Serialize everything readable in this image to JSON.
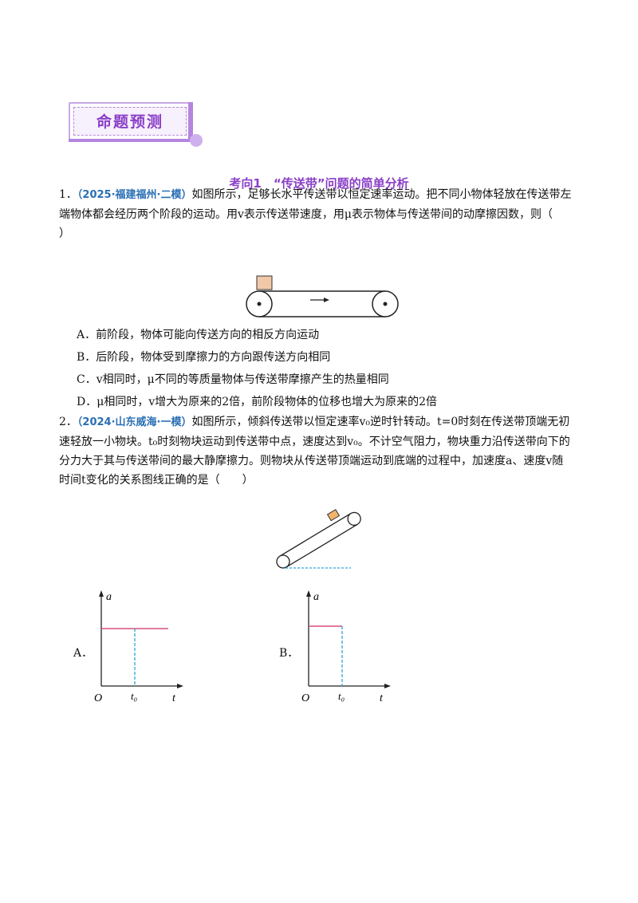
{
  "banner": {
    "title": "命题预测"
  },
  "section": {
    "title": "考向1　“传送带”问题的简单分析"
  },
  "q1": {
    "number": "1．",
    "source": "（2025·福建福州·二模）",
    "line1": "如图所示，足够长水平传送带以恒定速率运动。把不同小物体轻放在传送带左",
    "line2": "端物体都会经历两个阶段的运动。用v表示传送带速度，用μ表示物体与传送带间的动摩擦因数，则（",
    "line3": "）",
    "options": [
      "A．前阶段，物体可能向传送方向的相反方向运动",
      "B．后阶段，物体受到摩擦力的方向跟传送方向相同",
      "C．v相同时，μ不同的等质量物体与传送带摩擦产生的热量相同",
      "D．μ相同时，v增大为原来的2倍，前阶段物体的位移也增大为原来的2倍"
    ]
  },
  "q2": {
    "number": "2．",
    "source": "（2024·山东威海·一模）",
    "line1": "如图所示，倾斜传送带以恒定速率v₀逆时针转动。t=0时刻在传送带顶端无初",
    "line2": "速轻放一小物块。t₀时刻物块运动到传送带中点，速度达到v₀。不计空气阻力，物块重力沿传送带向下的",
    "line3": "分力大于其与传送带间的最大静摩擦力。则物块从传送带顶端运动到底端的过程中，加速度a、速度v随",
    "line4": "时间t变化的关系图线正确的是（　　）",
    "graphs": [
      {
        "option": "A．",
        "y_axis": "a",
        "x_axis": "t",
        "origin": "O",
        "tick": "t₀"
      },
      {
        "option": "B．",
        "y_axis": "a",
        "x_axis": "t",
        "origin": "O",
        "tick": "t₀"
      }
    ]
  },
  "colors": {
    "accent": "#8a3fc7",
    "source": "#2a6fb4",
    "graph_line": "#d9507a",
    "dashed": "#2aa6d9"
  }
}
